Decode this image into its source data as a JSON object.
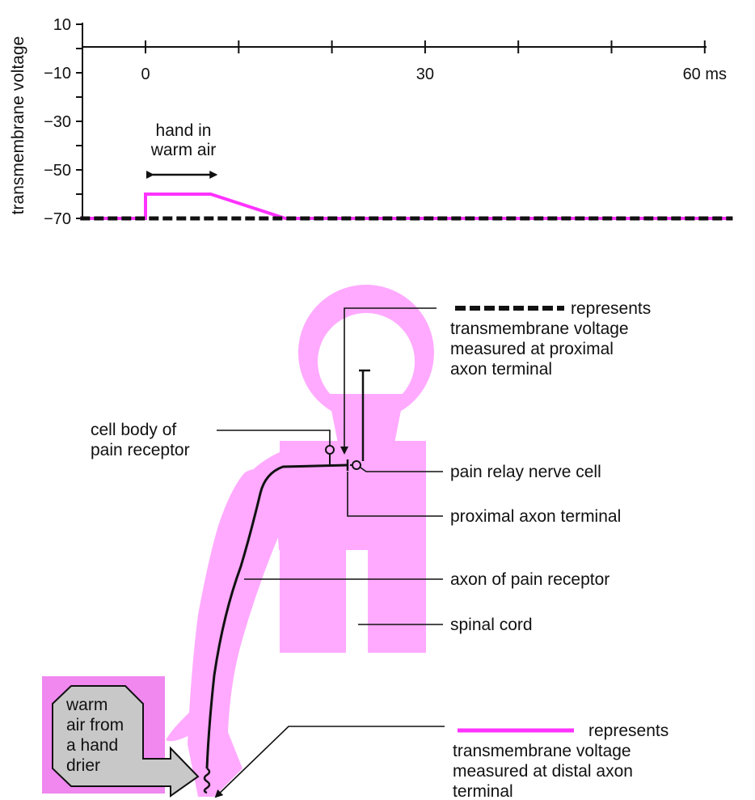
{
  "colors": {
    "pink_body": "#ffaaff",
    "pink_frame": "#f088f0",
    "magenta_trace": "#ff33ff",
    "black": "#111111",
    "arrow_grey": "#c8c8c8"
  },
  "chart_data": {
    "type": "line",
    "ylabel": "transmembrane voltage",
    "xlabel": "",
    "x_ticks": [
      {
        "value": 0,
        "label": "0"
      },
      {
        "value": 30,
        "label": "30"
      },
      {
        "value": 60,
        "label": "60 ms"
      }
    ],
    "y_ticks": [
      {
        "value": 10,
        "label": "10"
      },
      {
        "value": -10,
        "label": "−10"
      },
      {
        "value": -30,
        "label": "−30"
      },
      {
        "value": -50,
        "label": "−50"
      },
      {
        "value": -70,
        "label": "−70"
      }
    ],
    "xlim": [
      -7,
      63
    ],
    "ylim": [
      -70,
      10
    ],
    "annotation": {
      "line1": "hand in",
      "line2": "warm air",
      "from_ms": 0,
      "to_ms": 8
    },
    "series": [
      {
        "style": "solid-magenta",
        "x": [
          -7,
          0,
          0,
          7,
          15,
          63
        ],
        "y": [
          -70,
          -70,
          -60,
          -60,
          -70,
          -70
        ]
      },
      {
        "style": "dashed-black",
        "x": [
          -7,
          63
        ],
        "y": [
          -70,
          -70
        ]
      }
    ]
  },
  "legend": {
    "proximal": {
      "line1": "represents",
      "line2": "transmembrane voltage",
      "line3": "measured at proximal",
      "line4": "axon terminal"
    },
    "distal": {
      "line1": "represents",
      "line2": "transmembrane voltage",
      "line3": "measured at distal axon",
      "line4": "terminal"
    }
  },
  "labels": {
    "cell_body": {
      "line1": "cell body of",
      "line2": "pain receptor"
    },
    "relay": "pain relay nerve cell",
    "proximal_terminal": "proximal axon terminal",
    "axon": "axon of pain receptor",
    "spinal_cord": "spinal cord"
  },
  "drier": {
    "line1": "warm",
    "line2": "air from",
    "line3": "a hand",
    "line4": "drier"
  }
}
